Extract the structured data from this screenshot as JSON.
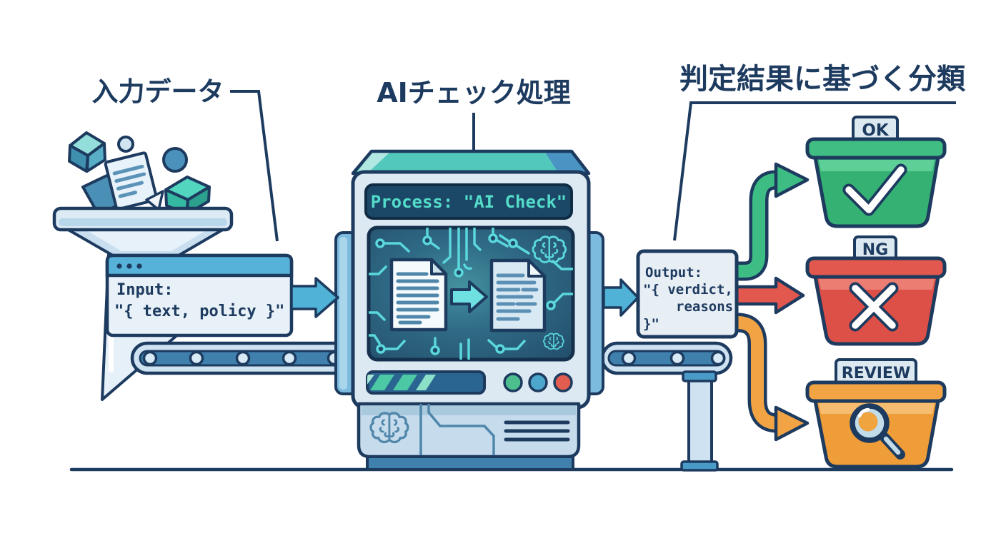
{
  "diagram": {
    "title_meaning": "AI check pipeline: input data -> AI check process -> classification by verdict"
  },
  "labels": {
    "input_data": "入力データ",
    "ai_check_process": "AIチェック処理",
    "classification": "判定結果に基づく分類"
  },
  "input_window": {
    "line1": "Input:",
    "line2": "\"{ text, policy }\""
  },
  "machine": {
    "display_text": "Process: \"AI Check\""
  },
  "output_box": {
    "line1": "Output:",
    "line2": "\"{ verdict,",
    "line3": "reasons",
    "line4": "}\""
  },
  "bins": {
    "ok": {
      "tag": "OK",
      "color": "#3fbd82",
      "icon": "check-icon"
    },
    "ng": {
      "tag": "NG",
      "color": "#e2574e",
      "icon": "x-icon"
    },
    "review": {
      "tag": "REVIEW",
      "color": "#f2a444",
      "icon": "magnifier-icon"
    }
  },
  "arrows": {
    "flow_color": "#4fb2d6",
    "to_ok_color": "#3dbd84",
    "to_ng_color": "#e2574e",
    "to_review_color": "#f2a444"
  },
  "palette": {
    "outline": "#1d3a5f",
    "machine_top_teal": "#52c8bc",
    "machine_body": "#dde9f2",
    "screen_circuit": "#5ad8dc",
    "display_bg": "#1c4867"
  }
}
